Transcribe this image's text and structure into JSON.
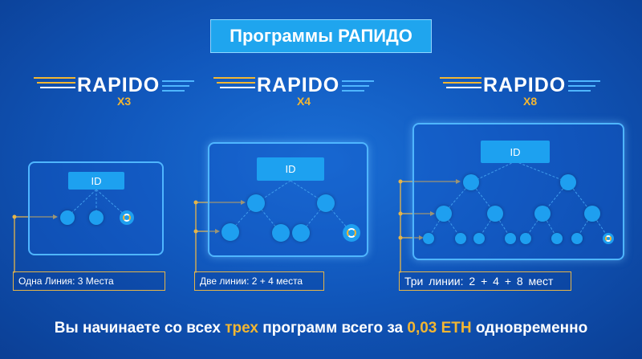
{
  "header": {
    "title": "Программы РАПИДО"
  },
  "programs": [
    {
      "logo": "RAPIDO",
      "variant": "X3",
      "id_label": "ID",
      "label": "Одна Линия: 3 Места"
    },
    {
      "logo": "RAPIDO",
      "variant": "X4",
      "id_label": "ID",
      "label": "Две линии: 2 + 4 места"
    },
    {
      "logo": "RAPIDO",
      "variant": "X8",
      "id_label": "ID",
      "label": "Три  линии:  2 + 4 + 8 мест"
    }
  ],
  "footer": {
    "prefix": "Вы начинаете со всех ",
    "highlight1": "трех",
    "middle": " программ всего за ",
    "highlight2": "0,03 ETH",
    "suffix": " одновременно"
  },
  "colors": {
    "accent": "#f2b632",
    "node": "#1e9ff0",
    "panel_border": "#4fb6ff",
    "title_bg": "#1fa5ee"
  }
}
